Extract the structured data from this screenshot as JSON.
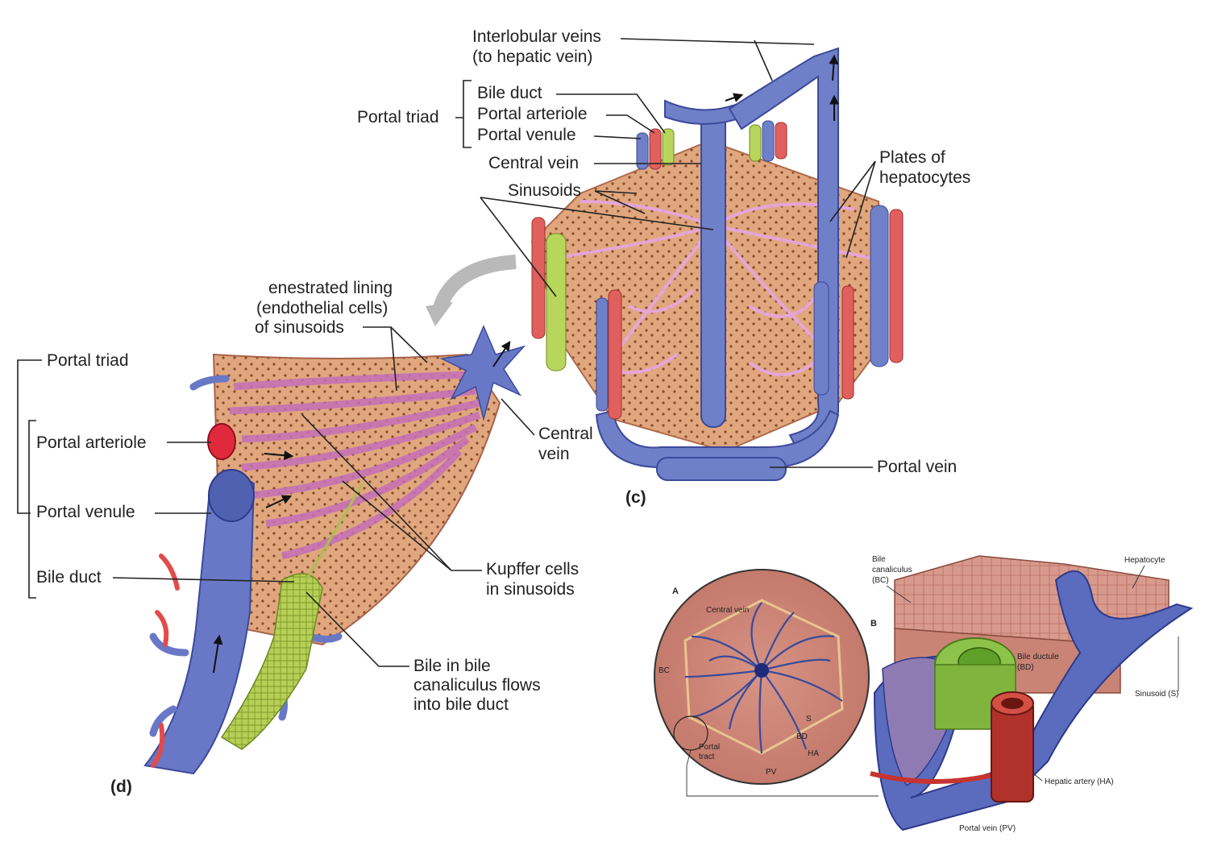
{
  "panel_c": {
    "interlobular_veins": "Interlobular veins",
    "to_hepatic_vein": "(to hepatic vein)",
    "portal_triad": "Portal triad",
    "bile_duct": "Bile duct",
    "portal_arteriole": "Portal arteriole",
    "portal_venule": "Portal venule",
    "central_vein": "Central vein",
    "sinusoids": "Sinusoids",
    "plates_line1": "Plates of",
    "plates_line2": "hepatocytes",
    "portal_vein": "Portal vein",
    "panel_letter": "(c)"
  },
  "panel_d": {
    "fen_line1": "enestrated lining",
    "fen_line2": "(endothelial cells)",
    "fen_line3": "of sinusoids",
    "portal_triad": "Portal triad",
    "portal_arteriole": "Portal arteriole",
    "portal_venule": "Portal venule",
    "bile_duct": "Bile duct",
    "central_vein_line1": "Central",
    "central_vein_line2": "vein",
    "kupffer_line1": "Kupffer cells",
    "kupffer_line2": "in sinusoids",
    "bile_line1": "Bile in bile",
    "bile_line2": "canaliculus flows",
    "bile_line3": "into bile duct",
    "panel_letter": "(d)"
  },
  "inset": {
    "label_a": "A",
    "label_b": "B",
    "central_vein": "Central vein",
    "bc": "BC",
    "bd": "BD",
    "ha": "HA",
    "pv": "PV",
    "s": "S",
    "portal_tract_1": "Portal",
    "portal_tract_2": "tract",
    "bile_canaliculus_1": "Bile",
    "bile_canaliculus_2": "canaliculus",
    "bile_canaliculus_3": "(BC)",
    "hepatocyte": "Hepatocyte",
    "bile_ductule_1": "Bile ductule",
    "bile_ductule_2": "(BD)",
    "sinusoid": "Sinusoid (S)",
    "hepatic_artery": "Hepatic artery (HA)",
    "portal_vein": "Portal vein (PV)"
  }
}
